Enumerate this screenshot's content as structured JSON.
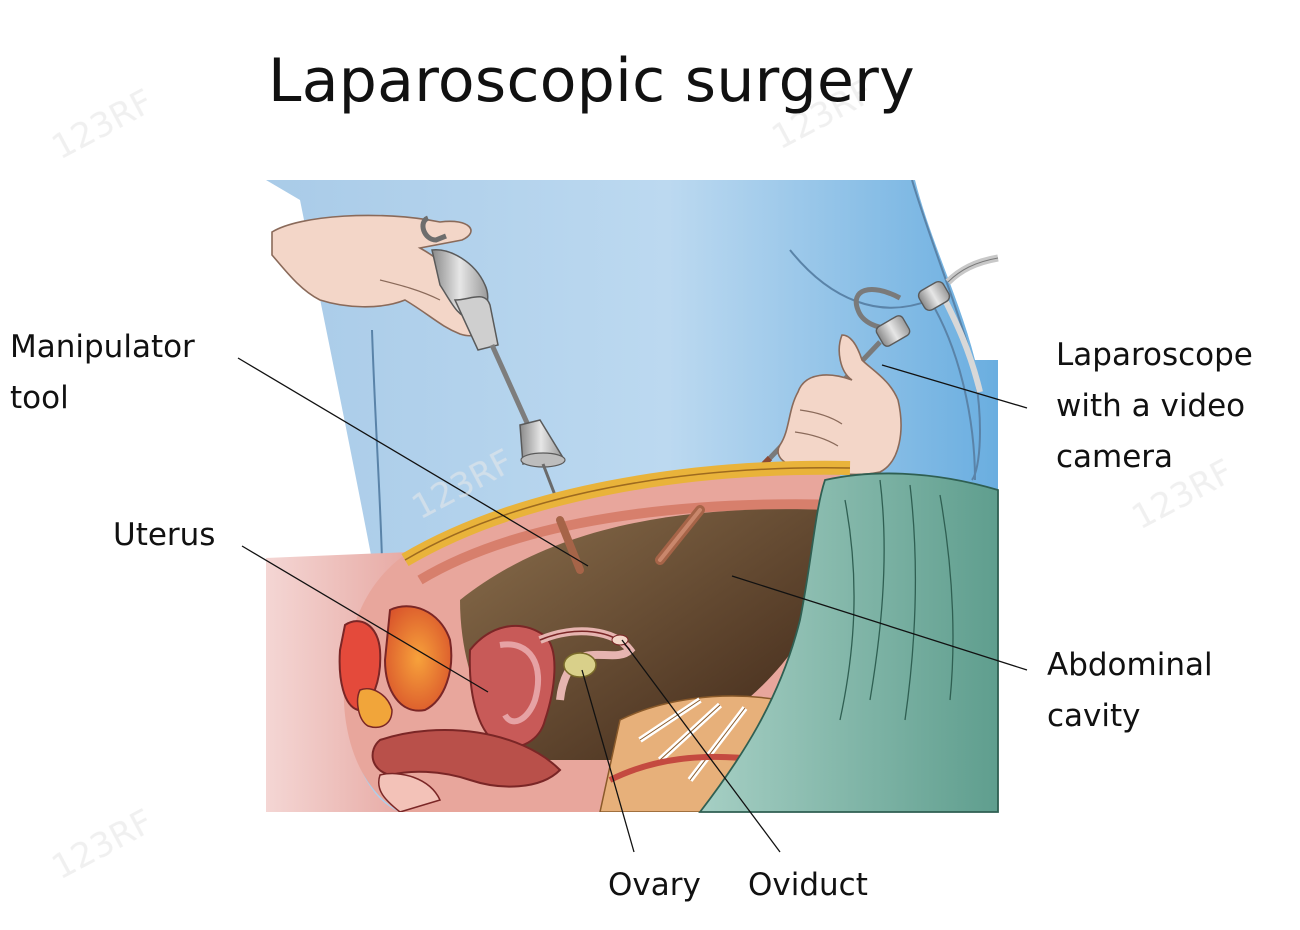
{
  "title": "Laparoscopic surgery",
  "labels": {
    "manipulator": [
      "Manipulator",
      "tool"
    ],
    "laparoscope": [
      "Laparoscope",
      "with a video",
      "camera"
    ],
    "uterus": "Uterus",
    "abdominal": [
      "Abdominal",
      "cavity"
    ],
    "ovary": "Ovary",
    "oviduct": "Oviduct"
  },
  "watermark": "123RF"
}
